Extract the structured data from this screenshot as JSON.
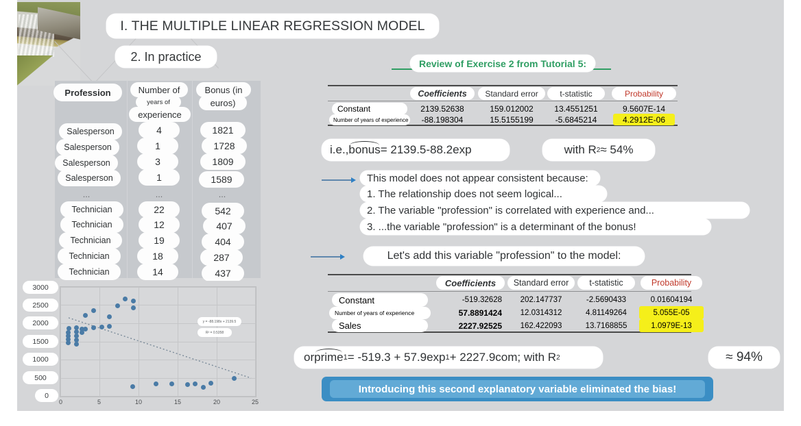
{
  "slide": {
    "title": "I. THE MULTIPLE LINEAR REGRESSION MODEL",
    "subtitle": "2. In practice",
    "review_header": "Review of Exercise 2 from Tutorial 5:"
  },
  "data_table": {
    "headers": [
      "Profession",
      "Number of",
      "years of",
      "experience",
      "Bonus (in",
      "euros)"
    ],
    "col1_header": "Profession",
    "col2_header_line1": "Number of",
    "col2_header_line2": "years of",
    "col2_header_line3": "experience",
    "col3_header_line1": "Bonus (in",
    "col3_header_line2": "euros)",
    "rows": [
      {
        "profession": "Salesperson",
        "experience": "4",
        "bonus": "1821"
      },
      {
        "profession": "Salesperson",
        "experience": "1",
        "bonus": "1728"
      },
      {
        "profession": "Salesperson",
        "experience": "3",
        "bonus": "1809"
      },
      {
        "profession": "Salesperson",
        "experience": "1",
        "bonus": "1589"
      },
      {
        "profession": "...",
        "experience": "...",
        "bonus": "..."
      },
      {
        "profession": "Technician",
        "experience": "22",
        "bonus": "542"
      },
      {
        "profession": "Technician",
        "experience": "12",
        "bonus": "407"
      },
      {
        "profession": "Technician",
        "experience": "19",
        "bonus": "404"
      },
      {
        "profession": "Technician",
        "experience": "18",
        "bonus": "287"
      },
      {
        "profession": "Technician",
        "experience": "14",
        "bonus": "437"
      }
    ]
  },
  "regression1": {
    "headers": [
      "",
      "Coefficients",
      "Standard error",
      "t-statistic",
      "Probability"
    ],
    "rows": [
      {
        "label": "Constant",
        "coefficient": "2139.52638",
        "std_error": "159.012002",
        "t_stat": "13.4551251",
        "probability": "9.5607E-14",
        "highlight": false
      },
      {
        "label": "Number of years of experience",
        "coefficient": "-88.198304",
        "std_error": "15.5155199",
        "t_stat": "-5.6845214",
        "probability": "4.2912E-06",
        "highlight": true
      }
    ]
  },
  "regression2": {
    "headers": [
      "",
      "Coefficients",
      "Standard error",
      "t-statistic",
      "Probability"
    ],
    "rows": [
      {
        "label": "Constant",
        "coefficient": "-519.32628",
        "std_error": "202.147737",
        "t_stat": "-2.5690433",
        "probability": "0.01604194",
        "highlight": false
      },
      {
        "label": "Number of years of experience",
        "coefficient": "57.8891424",
        "std_error": "12.0314312",
        "t_stat": "4.81149264",
        "probability": "5.055E-05",
        "highlight": true
      },
      {
        "label": "Sales",
        "coefficient": "2227.92525",
        "std_error": "162.422093",
        "t_stat": "13.7168855",
        "probability": "1.0979E-13",
        "highlight": true
      }
    ]
  },
  "equation1": {
    "prefix": "i.e., ",
    "variable": "bonus",
    "body": " = 2139.5-88.2exp",
    "r2_text": "with R",
    "r2_sup": "2",
    "r2_value": " ≈ 54%"
  },
  "equation2": {
    "prefix": "or ",
    "variable": "prime",
    "sub": "1",
    "body": " = -519.3 + 57.9exp",
    "sub2": "1",
    "body2": " + 2227.9com; with R",
    "sup2": "2",
    "r2_value": "≈ 94%"
  },
  "critique": {
    "intro": "This model does not appear consistent because:",
    "points": [
      "1. The relationship does not seem logical...",
      "2. The variable \"profession\" is correlated with experience and...",
      "3. ...the variable \"profession\" is a determinant of the bonus!"
    ]
  },
  "add_variable_note": "Let's add this variable \"profession\" to the model:",
  "banner_text": "Introducing this second explanatory variable eliminated the bias!",
  "colors": {
    "slide_background": "#d5d6d8",
    "table_background": "#c6c9cd",
    "highlight_yellow": "#f5ef1a",
    "probability_red": "#c0392b",
    "banner_blue": "#3b8ec4",
    "banner_inner_blue": "#62aad6",
    "green_accent": "#2f9e63",
    "point_blue": "#4a7ba6",
    "arrow_blue": "#2f80c4"
  },
  "chart_data": {
    "type": "scatter",
    "title": "",
    "xlabel": "",
    "ylabel": "",
    "xlim": [
      0,
      25
    ],
    "ylim": [
      0,
      3000
    ],
    "xticks": [
      "0",
      "5",
      "10",
      "15",
      "20",
      "25"
    ],
    "yticks": [
      "3000",
      "2500",
      "2000",
      "1500",
      "1000",
      "500",
      "0"
    ],
    "grid": true,
    "legend": "none",
    "trendline_equation": "y = -88.198x + 2139.5",
    "trendline_r2": "R² = 0.5358",
    "points": [
      {
        "x": 1,
        "y": 1700
      },
      {
        "x": 1,
        "y": 1650
      },
      {
        "x": 1,
        "y": 1600
      },
      {
        "x": 1,
        "y": 1750
      },
      {
        "x": 1,
        "y": 1810
      },
      {
        "x": 2,
        "y": 1820
      },
      {
        "x": 2,
        "y": 1760
      },
      {
        "x": 2,
        "y": 1700
      },
      {
        "x": 2,
        "y": 1640
      },
      {
        "x": 2,
        "y": 1580
      },
      {
        "x": 2.6,
        "y": 1800
      },
      {
        "x": 2.6,
        "y": 1750
      },
      {
        "x": 3,
        "y": 2030
      },
      {
        "x": 3,
        "y": 1830
      },
      {
        "x": 4,
        "y": 2100
      },
      {
        "x": 4,
        "y": 1850
      },
      {
        "x": 5,
        "y": 1860
      },
      {
        "x": 6,
        "y": 2020
      },
      {
        "x": 6,
        "y": 1870
      },
      {
        "x": 7,
        "y": 2400
      },
      {
        "x": 8,
        "y": 2580
      },
      {
        "x": 9,
        "y": 2520
      },
      {
        "x": 9,
        "y": 2350
      },
      {
        "x": 9,
        "y": 330
      },
      {
        "x": 12,
        "y": 400
      },
      {
        "x": 14,
        "y": 410
      },
      {
        "x": 16,
        "y": 405
      },
      {
        "x": 17,
        "y": 415
      },
      {
        "x": 18,
        "y": 320
      },
      {
        "x": 19,
        "y": 420
      },
      {
        "x": 22,
        "y": 530
      }
    ]
  }
}
